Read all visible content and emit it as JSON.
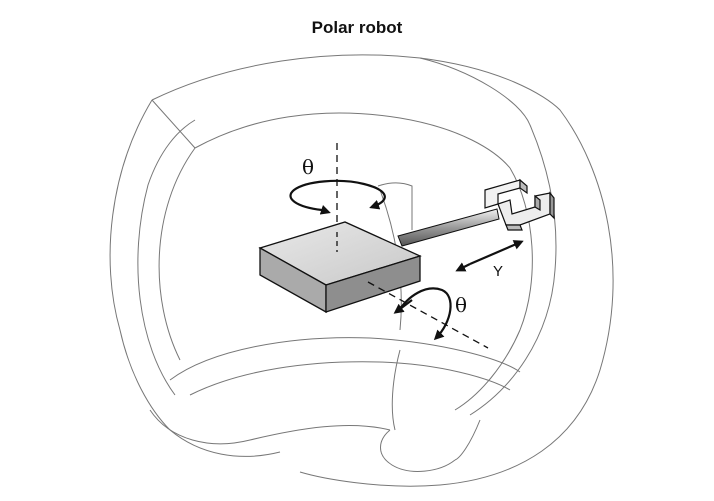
{
  "title": "Polar robot",
  "labels": {
    "theta_top": "θ",
    "theta_side": "θ",
    "y_axis": "Y"
  },
  "colors": {
    "outline": "#777777",
    "ink": "#111111",
    "block_top": "#dcdcdc",
    "block_front": "#a9a9a9",
    "block_side": "#8c8c8c"
  }
}
